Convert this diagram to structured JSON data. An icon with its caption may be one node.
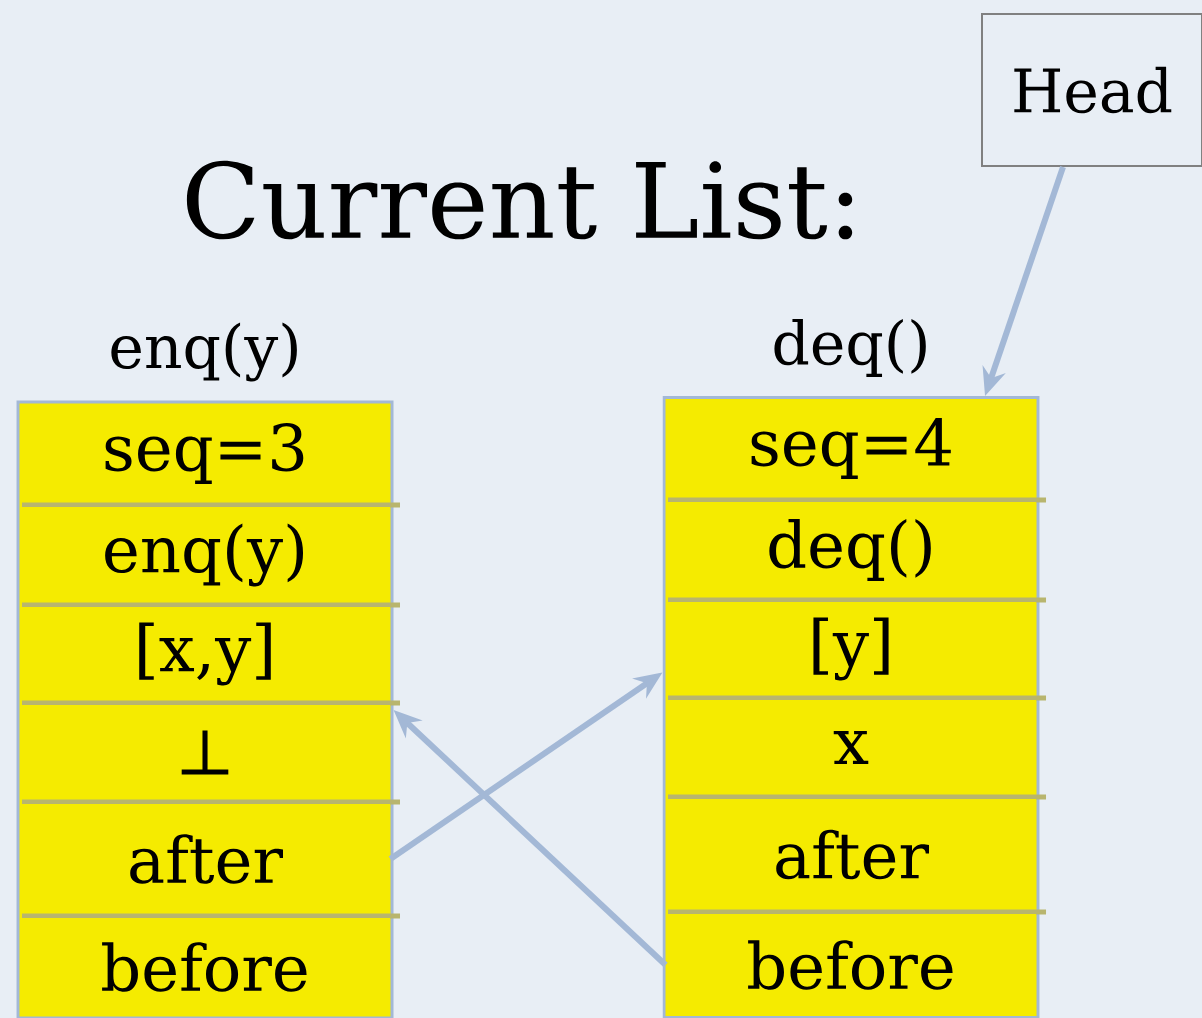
{
  "diagram": {
    "title": "Current List:",
    "nodes": [
      {
        "text": [
          "Head"
        ]
      },
      {
        "text": [
          "enq(y)"
        ]
      },
      {
        "text": [
          "seq=3"
        ],
        "in": 1
      },
      {
        "text": [
          "enq(y)"
        ],
        "in": 1
      },
      {
        "text": [
          "[x,y]"
        ],
        "in": 1
      },
      {
        "text": [
          "⊥"
        ],
        "in": 1
      },
      {
        "text": [
          "after"
        ],
        "in": 1
      },
      {
        "text": [
          "before"
        ],
        "in": 1
      },
      {
        "text": [
          "deq()"
        ]
      },
      {
        "text": [
          "seq=4"
        ],
        "in": 8
      },
      {
        "text": [
          "deq()"
        ],
        "in": 8
      },
      {
        "text": [
          "[y]"
        ],
        "in": 8
      },
      {
        "text": [
          "x"
        ],
        "in": 8
      },
      {
        "text": [
          "after"
        ],
        "in": 8
      },
      {
        "text": [
          "before"
        ],
        "in": 8
      }
    ],
    "edges": [
      {
        "from": 0,
        "to": 8,
        "arrow": "to"
      },
      {
        "from": 6,
        "to": 8,
        "arrow": "to"
      },
      {
        "from": 14,
        "to": 1,
        "arrow": "to"
      }
    ]
  }
}
